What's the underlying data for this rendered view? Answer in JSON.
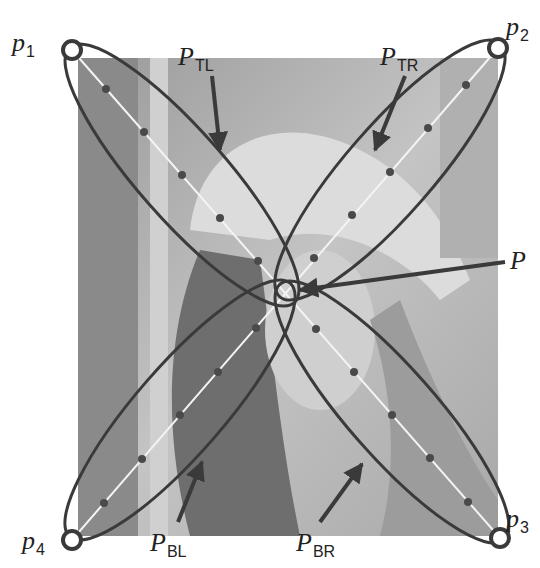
{
  "diagram": {
    "labels": [
      "p",
      "1",
      "P",
      "TL",
      "P",
      "TR",
      "p",
      "2",
      "P",
      "p",
      "4",
      "p",
      "3",
      "P",
      "BL",
      "P",
      "BR"
    ]
  }
}
